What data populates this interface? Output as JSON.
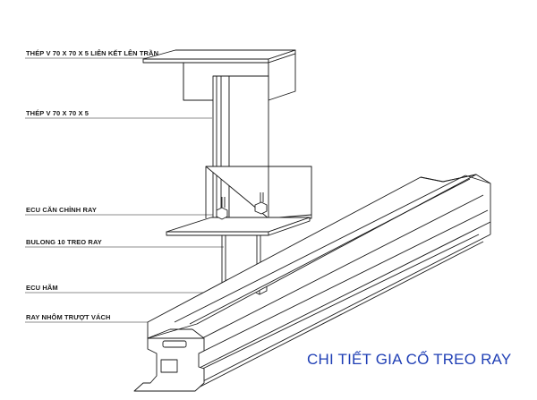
{
  "labels": {
    "angle_top": "THÉP V 70 X 70 X 5 LIÊN KẾT LÊN TRẦN",
    "angle_vertical": "THÉP V 70 X 70 X 5",
    "adjust_nut": "ECU CĂN CHỈNH RAY",
    "hanging_bolt": "BULONG 10 TREO RAY",
    "lock_nut": "ECU HÃM",
    "rail": "RAY NHÔM TRƯỢT VÁCH"
  },
  "title": "CHI TIẾT GIA CỐ TREO RAY",
  "colors": {
    "line": "#1a1a1a",
    "title": "#1f3fb5",
    "background": "#ffffff"
  }
}
